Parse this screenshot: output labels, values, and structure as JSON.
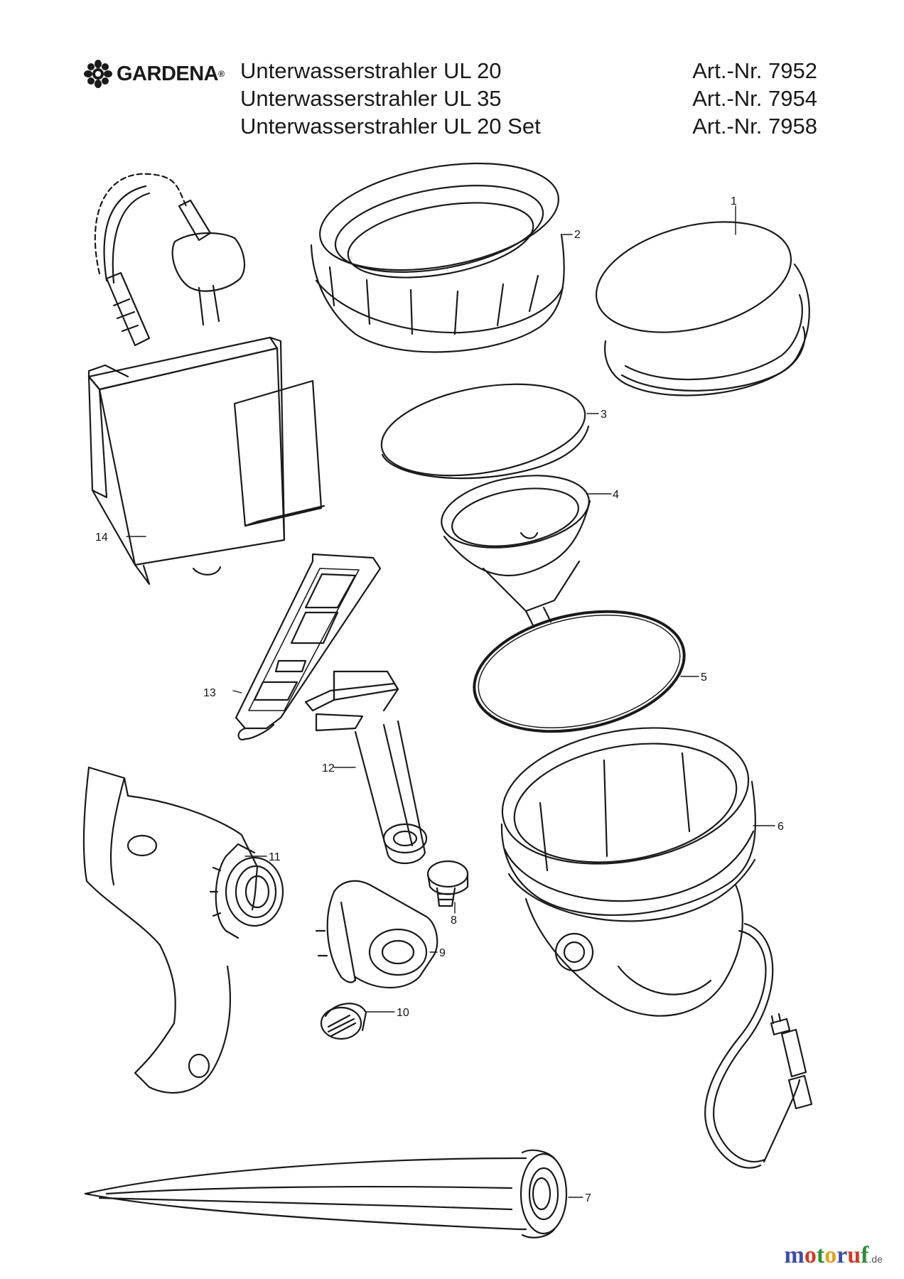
{
  "header": {
    "brand": "GARDENA",
    "brand_mark": "®",
    "lines": [
      {
        "title": "Unterwasserstrahler UL 20",
        "article": "Art.-Nr. 7952"
      },
      {
        "title": "Unterwasserstrahler UL 35",
        "article": "Art.-Nr. 7954"
      },
      {
        "title": "Unterwasserstrahler UL 20 Set",
        "article": "Art.-Nr. 7958"
      }
    ]
  },
  "parts": [
    {
      "id": "1",
      "label": "1"
    },
    {
      "id": "2",
      "label": "2"
    },
    {
      "id": "3",
      "label": "3"
    },
    {
      "id": "4",
      "label": "4"
    },
    {
      "id": "5",
      "label": "5"
    },
    {
      "id": "6",
      "label": "6"
    },
    {
      "id": "7",
      "label": "7"
    },
    {
      "id": "8",
      "label": "8"
    },
    {
      "id": "9",
      "label": "9"
    },
    {
      "id": "10",
      "label": "10"
    },
    {
      "id": "11",
      "label": "11"
    },
    {
      "id": "12",
      "label": "12"
    },
    {
      "id": "13",
      "label": "13"
    },
    {
      "id": "14",
      "label": "14"
    }
  ],
  "watermark": {
    "letters": [
      "m",
      "o",
      "t",
      "o",
      "r",
      "u",
      "f"
    ],
    "suffix": ".de"
  },
  "colors": {
    "line": "#1a1a1a",
    "background": "#ffffff"
  }
}
